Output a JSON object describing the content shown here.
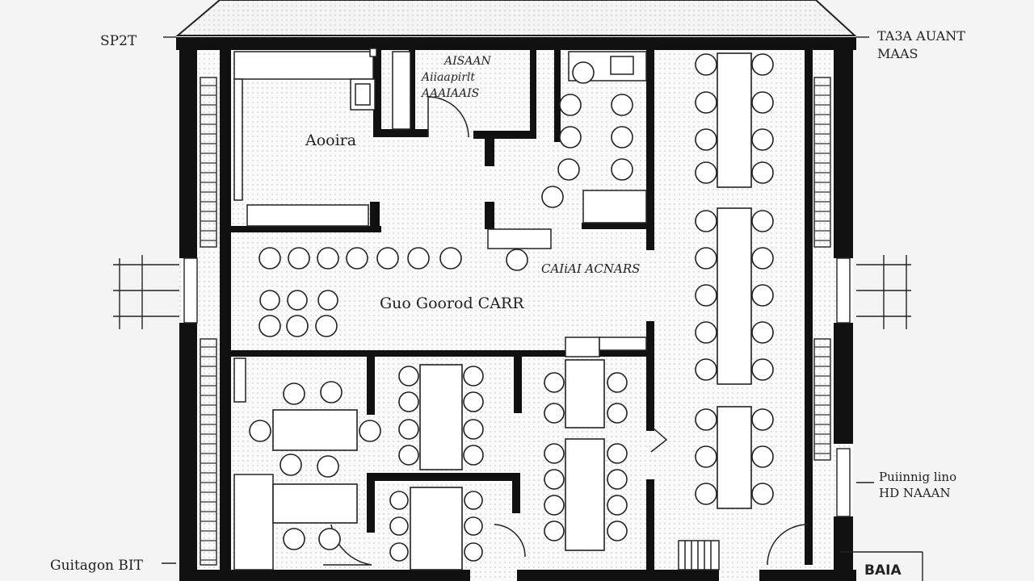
{
  "labels": {
    "top_left": "SP2T",
    "top_right_line1": "TA3A AUANT",
    "top_right_line2": "MAAS",
    "kitchen_note_line1": "AISAAN",
    "kitchen_note_line2": "Aiiaapirlt",
    "kitchen_note_line3": "AAAIAAIS",
    "room_a": "Aooira",
    "center_note": "CAIiAI ACNARS",
    "corridor": "Guo Goorod CARR",
    "right_note_line1": "Puiinnig lino",
    "right_note_line2": "HD NAAAN",
    "bottom_left": "Guitagon BIT",
    "bottom_right": "BAIA"
  }
}
